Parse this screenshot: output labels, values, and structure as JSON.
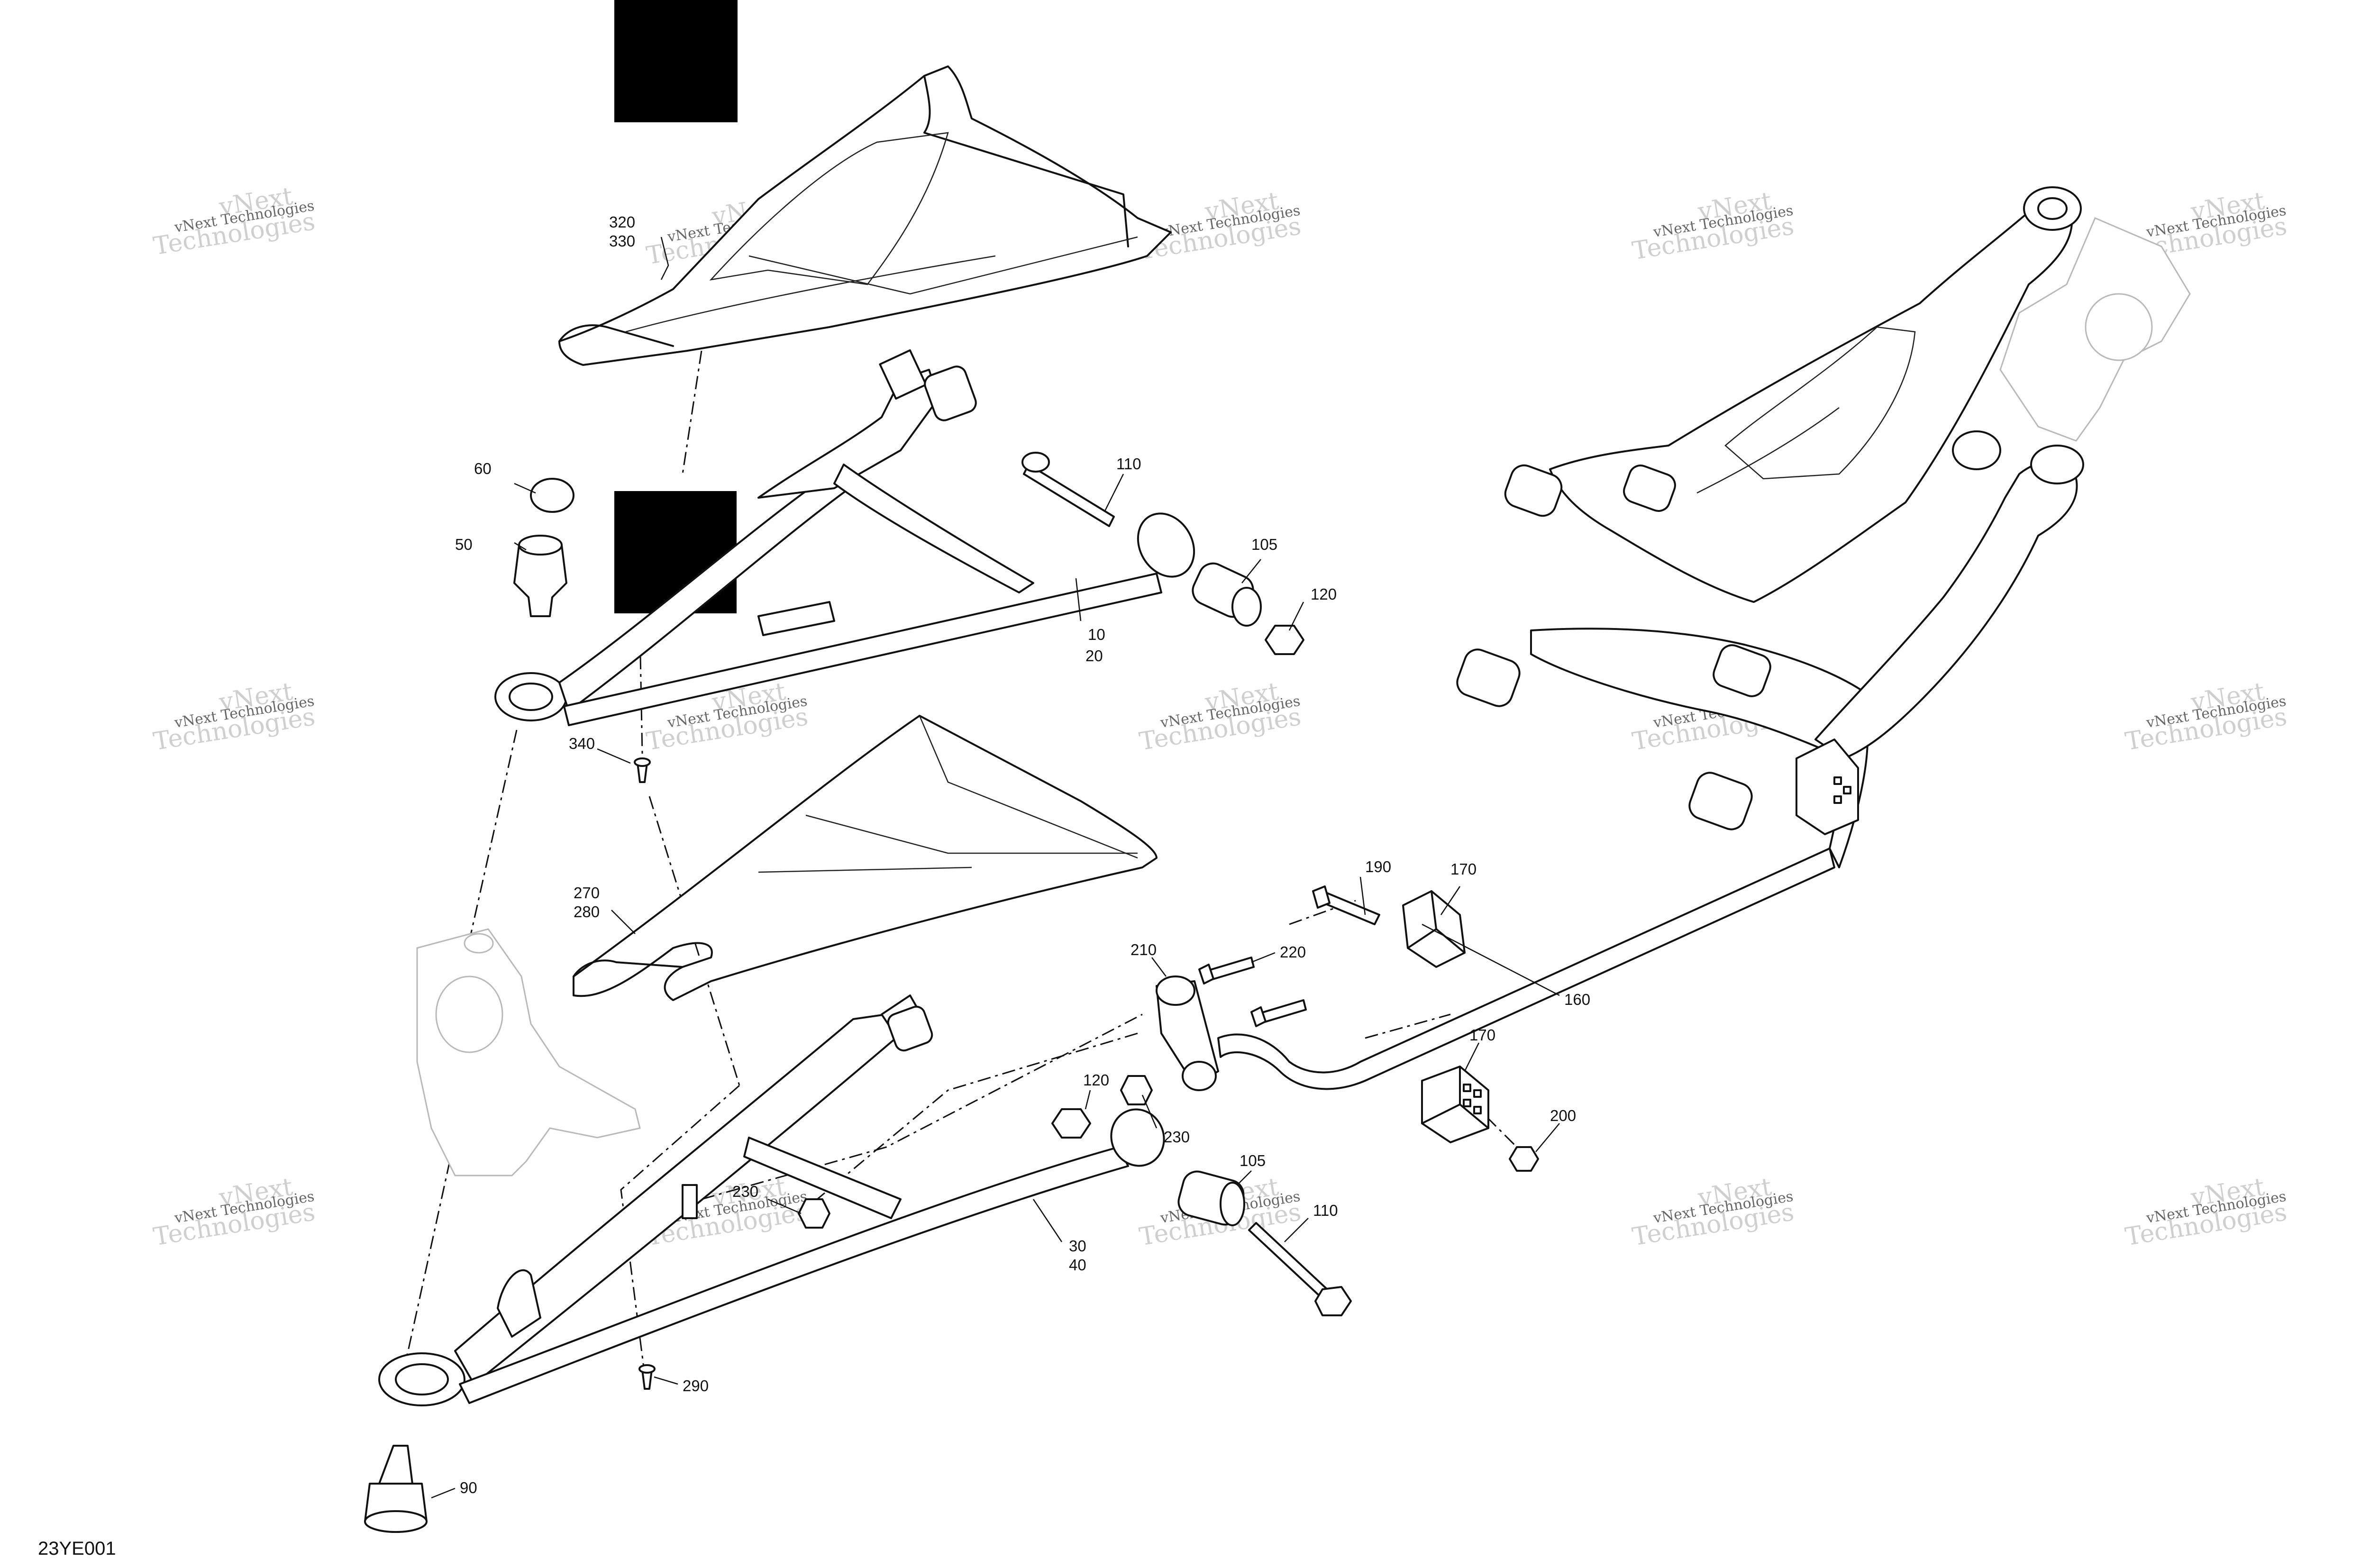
{
  "figure_code": "23YE001",
  "watermark": {
    "line1": "vNext Technologies",
    "line2": "vNext",
    "line3": "Technologies"
  },
  "callouts": [
    {
      "id": "c320",
      "text": "320"
    },
    {
      "id": "c330",
      "text": "330"
    },
    {
      "id": "c60",
      "text": "60"
    },
    {
      "id": "c50",
      "text": "50"
    },
    {
      "id": "c110a",
      "text": "110"
    },
    {
      "id": "c105a",
      "text": "105"
    },
    {
      "id": "c120a",
      "text": "120"
    },
    {
      "id": "c10",
      "text": "10"
    },
    {
      "id": "c20",
      "text": "20"
    },
    {
      "id": "c340",
      "text": "340"
    },
    {
      "id": "c270",
      "text": "270"
    },
    {
      "id": "c280",
      "text": "280"
    },
    {
      "id": "c190",
      "text": "190"
    },
    {
      "id": "c170a",
      "text": "170"
    },
    {
      "id": "c210",
      "text": "210"
    },
    {
      "id": "c220",
      "text": "220"
    },
    {
      "id": "c160",
      "text": "160"
    },
    {
      "id": "c170b",
      "text": "170"
    },
    {
      "id": "c120b",
      "text": "120"
    },
    {
      "id": "c230a",
      "text": "230"
    },
    {
      "id": "c200",
      "text": "200"
    },
    {
      "id": "c105b",
      "text": "105"
    },
    {
      "id": "c230b",
      "text": "230"
    },
    {
      "id": "c110b",
      "text": "110"
    },
    {
      "id": "c30",
      "text": "30"
    },
    {
      "id": "c40",
      "text": "40"
    },
    {
      "id": "c290",
      "text": "290"
    },
    {
      "id": "c90",
      "text": "90"
    }
  ]
}
